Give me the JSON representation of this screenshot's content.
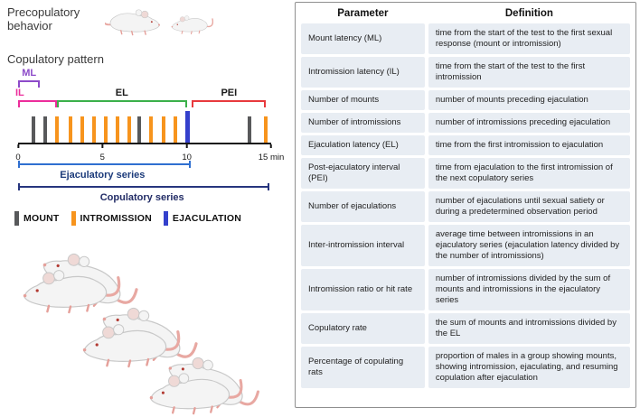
{
  "figure": {
    "precopulatory_label": "Precopulatory\nbehavior",
    "copulatory_pattern_label": "Copulatory pattern"
  },
  "timeline": {
    "total_min": 15,
    "axis_unit": "min",
    "ticks": [
      {
        "min": 0,
        "label": "0"
      },
      {
        "min": 5,
        "label": "5"
      },
      {
        "min": 10,
        "label": "10"
      },
      {
        "min": 15,
        "label": "15 min"
      }
    ],
    "brackets": [
      {
        "id": "ml",
        "label": "ML",
        "from": 0,
        "to": 1.3,
        "color": "#8d4bc9",
        "label_color": "#8d4bc9",
        "row": "top",
        "label_pos": "center"
      },
      {
        "id": "il",
        "label": "IL",
        "from": 0,
        "to": 2.3,
        "color": "#ec2d9b",
        "label_color": "#ec2d9b",
        "row": "main",
        "label_pos": "left"
      },
      {
        "id": "el",
        "label": "EL",
        "from": 2.3,
        "to": 10,
        "color": "#3bb04a",
        "label_color": "#1a1a1a",
        "row": "main",
        "label_pos": "center"
      },
      {
        "id": "pei",
        "label": "PEI",
        "from": 10.3,
        "to": 14.7,
        "color": "#e8393d",
        "label_color": "#1a1a1a",
        "row": "main",
        "label_pos": "center"
      }
    ],
    "events": [
      {
        "min": 0.9,
        "type": "mount"
      },
      {
        "min": 1.6,
        "type": "mount"
      },
      {
        "min": 2.3,
        "type": "intromission"
      },
      {
        "min": 3.1,
        "type": "intromission"
      },
      {
        "min": 3.8,
        "type": "intromission"
      },
      {
        "min": 4.5,
        "type": "intromission"
      },
      {
        "min": 5.2,
        "type": "intromission"
      },
      {
        "min": 5.9,
        "type": "intromission"
      },
      {
        "min": 6.6,
        "type": "intromission"
      },
      {
        "min": 7.2,
        "type": "mount"
      },
      {
        "min": 7.9,
        "type": "intromission"
      },
      {
        "min": 8.6,
        "type": "intromission"
      },
      {
        "min": 9.3,
        "type": "intromission"
      },
      {
        "min": 10,
        "type": "ejaculation"
      },
      {
        "min": 13.7,
        "type": "mount"
      },
      {
        "min": 14.7,
        "type": "intromission"
      }
    ],
    "series": [
      {
        "label": "Ejaculatory series",
        "from": 0,
        "to": 10,
        "color": "#2f6fd0",
        "label_color": "#1b3a7a"
      },
      {
        "label": "Copulatory series",
        "from": 0,
        "to": 14.7,
        "color": "#27357e",
        "label_color": "#222c66"
      }
    ]
  },
  "legend": [
    {
      "type": "mount",
      "label": "MOUNT",
      "color": "#58595b"
    },
    {
      "type": "intromission",
      "label": "INTROMISSION",
      "color": "#f7941d"
    },
    {
      "type": "ejaculation",
      "label": "EJACULATION",
      "color": "#3440cc"
    }
  ],
  "illustrations": {
    "top": "two-rats-precopulatory",
    "bottom": "three-mating-rat-pairs"
  },
  "table": {
    "headers": [
      "Parameter",
      "Definition"
    ],
    "rows": [
      {
        "parameter": "Mount latency (ML)",
        "definition": "time from the start of the test to the first sexual response (mount or intromission)"
      },
      {
        "parameter": "Intromission latency (IL)",
        "definition": "time from the start of the test to the first intromission"
      },
      {
        "parameter": "Number of mounts",
        "definition": "number of mounts preceding ejaculation"
      },
      {
        "parameter": "Number of intromissions",
        "definition": "number of intromissions preceding ejaculation"
      },
      {
        "parameter": "Ejaculation latency (EL)",
        "definition": "time from the first intromission to ejaculation"
      },
      {
        "parameter": "Post-ejaculatory interval (PEI)",
        "definition": "time from ejaculation to the first intromission of the next copulatory series"
      },
      {
        "parameter": "Number of ejaculations",
        "definition": "number of ejaculations until sexual satiety or during a predetermined observation period"
      },
      {
        "parameter": "Inter-intromission interval",
        "definition": "average time between intromissions in an ejaculatory series (ejaculation latency divided by the number of intromissions)"
      },
      {
        "parameter": "Intromission ratio or hit rate",
        "definition": "number of intromissions divided by the sum of mounts and intromissions in the ejaculatory series"
      },
      {
        "parameter": "Copulatory rate",
        "definition": "the sum of mounts and intromissions divided by the EL"
      },
      {
        "parameter": "Percentage of copulating rats",
        "definition": "proportion of males in a group showing mounts, showing intromission, ejaculating, and resuming copulation after ejaculation"
      }
    ]
  }
}
